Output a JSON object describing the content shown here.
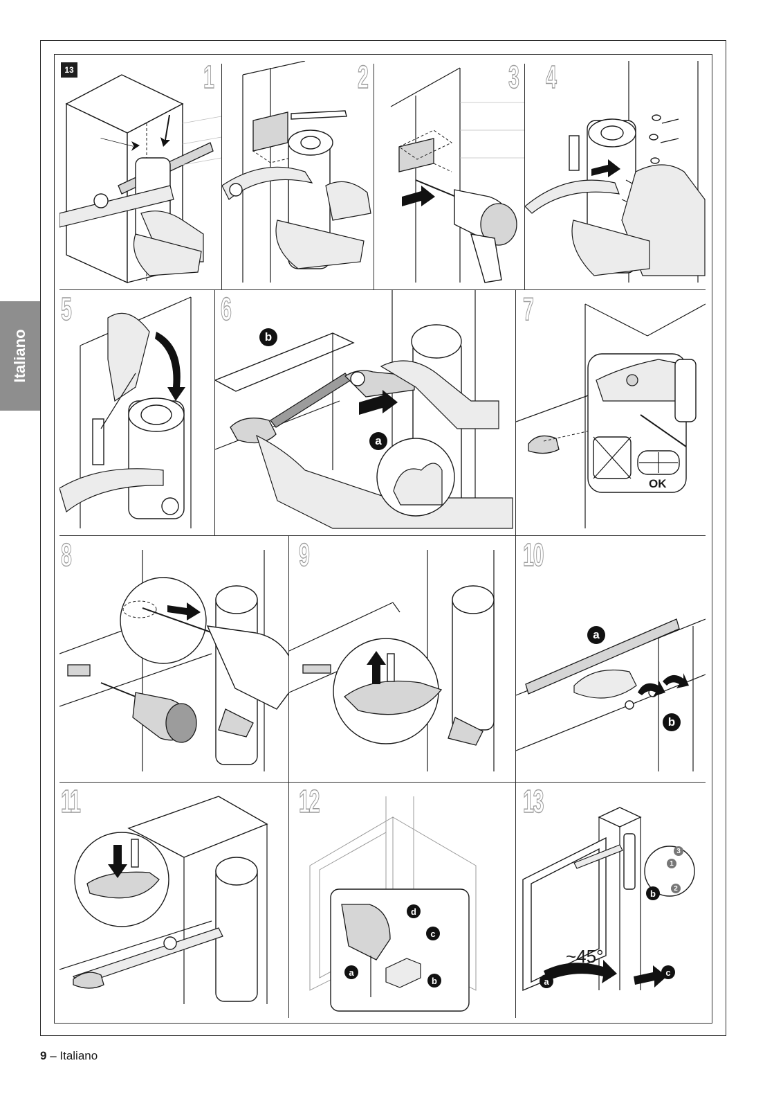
{
  "figure_badge": "13",
  "side_tab_label": "Italiano",
  "footer": {
    "page_number": "9",
    "separator": " – ",
    "language": "Italiano"
  },
  "steps": [
    {
      "number": "1"
    },
    {
      "number": "2"
    },
    {
      "number": "3"
    },
    {
      "number": "4"
    },
    {
      "number": "5"
    },
    {
      "number": "6"
    },
    {
      "number": "7"
    },
    {
      "number": "8"
    },
    {
      "number": "9"
    },
    {
      "number": "10"
    },
    {
      "number": "11"
    },
    {
      "number": "12"
    },
    {
      "number": "13"
    }
  ],
  "callouts": {
    "step6_b": "b",
    "step6_a": "a",
    "step10_a": "a",
    "step10_b": "b",
    "step12_a": "a",
    "step12_b": "b",
    "step12_c": "c",
    "step12_d": "d",
    "step13_a": "a",
    "step13_b": "b",
    "step13_c": "c",
    "step13_sub_1": "1",
    "step13_sub_2": "2",
    "step13_sub_3": "3"
  },
  "step7_ok_label": "OK",
  "step13_angle_label": "~45°",
  "colors": {
    "text": "#1a1a1a",
    "tab_gray": "#8e8e8e",
    "fill_gray": "#d6d6d6"
  }
}
